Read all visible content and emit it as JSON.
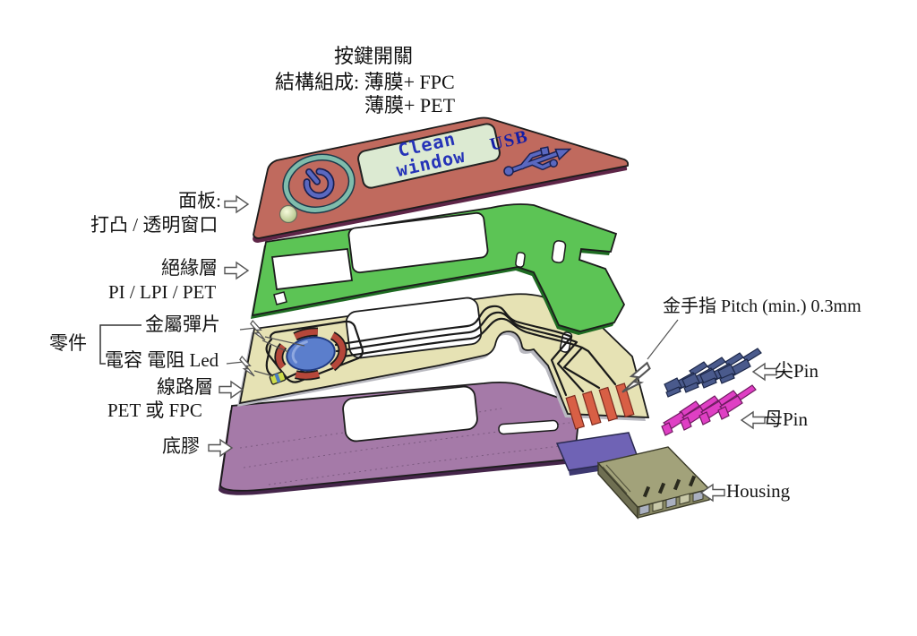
{
  "title": {
    "line1": "按鍵開關",
    "line2": "結構組成: 薄膜+ FPC",
    "line3": "薄膜+ PET"
  },
  "labels": {
    "panel": "面板:",
    "panel_sub": "打凸 / 透明窗口",
    "insulation": "絕緣層",
    "insulation_sub": "PI / LPI / PET",
    "parts": "零件",
    "metal_dome": "金屬彈片",
    "components": "電容 電阻 Led",
    "circuit": "線路層",
    "circuit_sub": "PET 或 FPC",
    "adhesive": "底膠",
    "gold_finger": "金手指  Pitch (min.) 0.3mm",
    "sharp_pin": "尖Pin",
    "female_pin": "母Pin",
    "housing": "Housing"
  },
  "panel_print": {
    "window_line1": "Clean",
    "window_line2": "window",
    "usb": "USB"
  },
  "icons": {
    "power": "power-icon",
    "usb": "usb-trident-icon",
    "block_arrow_right": "right-block-arrow",
    "block_arrow_left": "left-block-arrow",
    "lightning": "lightning-pointer"
  },
  "colors": {
    "panel": "#c06a5e",
    "panel_edge": "#5e2547",
    "insulation": "#5cc455",
    "insulation_edge": "#1e6b22",
    "circuit": "#e6e2b4",
    "circuit_shadow": "#b9b9c0",
    "adhesive": "#a57aa8",
    "adhesive_edge": "#45254a",
    "window": "#dcead2",
    "print_blue": "#2533b8",
    "dome": "#5b7ecc",
    "contact": "#b5473a",
    "gold_finger": "#d85f45",
    "sharp_pin": "#4a5a8c",
    "female_pin": "#df3fc4",
    "housing": "#a2a27a",
    "connector": "#6f63b5"
  }
}
